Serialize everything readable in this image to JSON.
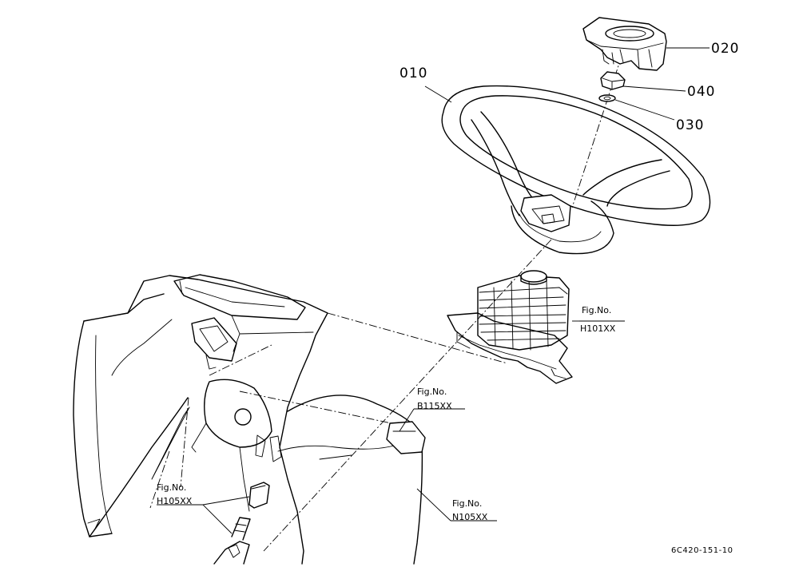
{
  "parts": {
    "p010": "010",
    "p020": "020",
    "p030": "030",
    "p040": "040"
  },
  "references": {
    "h101": {
      "label": "Fig.No.",
      "code": "H101XX"
    },
    "b115": {
      "label": "Fig.No.",
      "code": "B115XX"
    },
    "h105": {
      "label": "Fig.No.",
      "code": "H105XX"
    },
    "n105": {
      "label": "Fig.No.",
      "code": "N105XX"
    }
  },
  "drawing_code": "6C420-151-10"
}
